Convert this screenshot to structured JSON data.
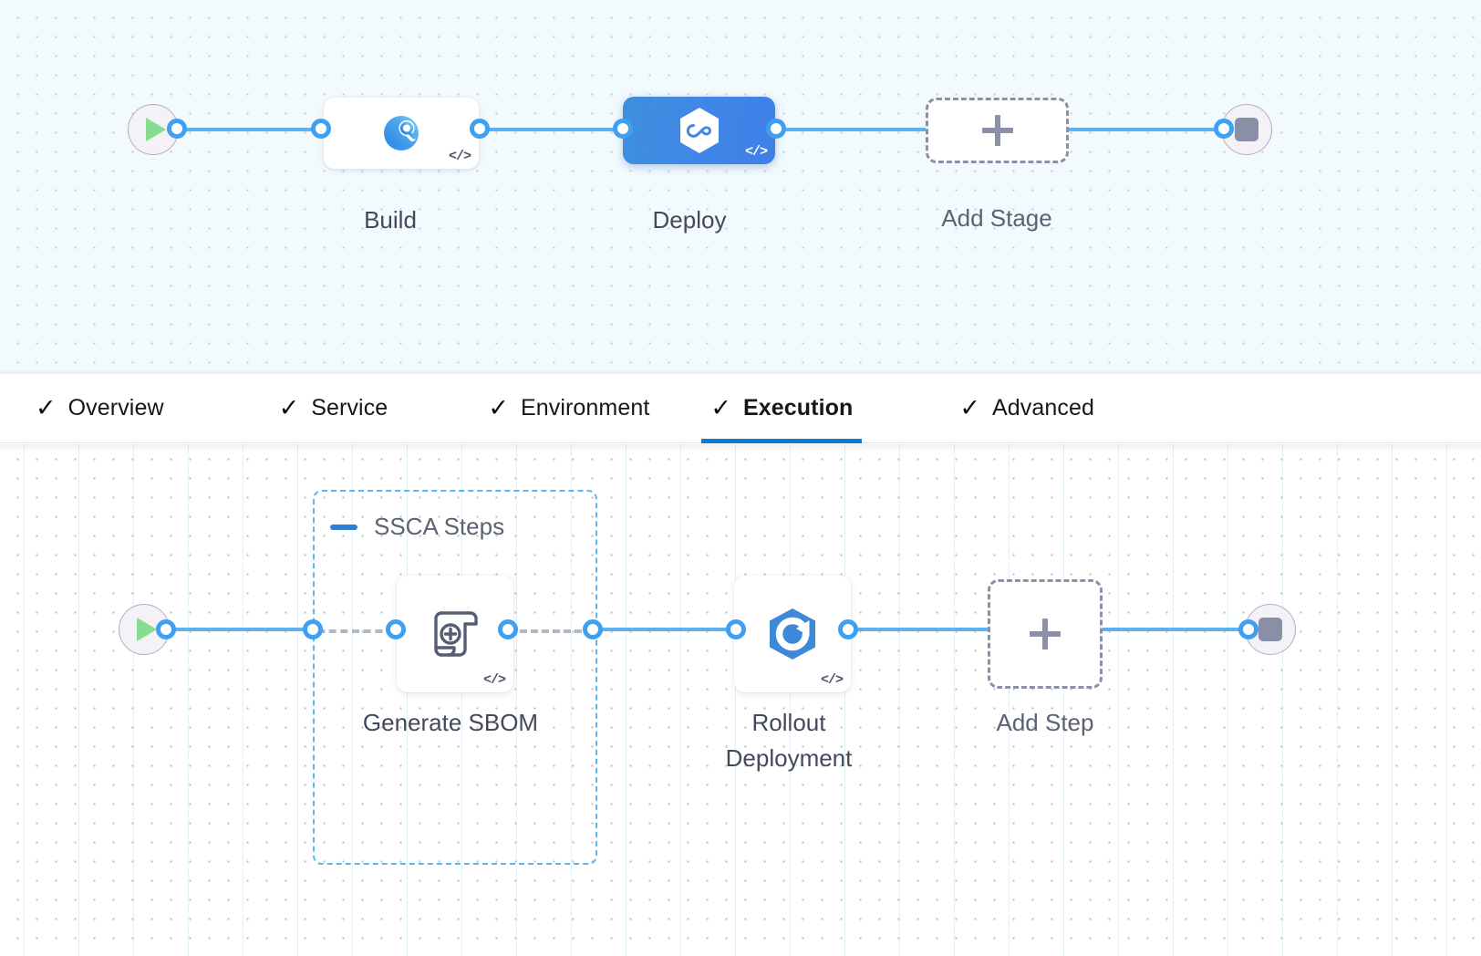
{
  "canvas_top": {
    "name": "stage-pipeline-canvas",
    "start_node": {
      "icon": "play-icon"
    },
    "end_node": {
      "icon": "stop-icon"
    },
    "stages": [
      {
        "id": "build",
        "label": "Build",
        "icon": "build-scan-icon",
        "selected": false,
        "code_badge": "</>"
      },
      {
        "id": "deploy",
        "label": "Deploy",
        "icon": "deploy-hexagon-icon",
        "selected": true,
        "code_badge": "</>"
      }
    ],
    "add_stage": {
      "label": "Add Stage",
      "icon": "plus-icon"
    }
  },
  "tabs": {
    "name": "stage-config-tabs",
    "check_glyph": "✓",
    "items": [
      {
        "id": "overview",
        "label": "Overview",
        "active": false,
        "checked": true
      },
      {
        "id": "service",
        "label": "Service",
        "active": false,
        "checked": true
      },
      {
        "id": "environment",
        "label": "Environment",
        "active": false,
        "checked": true
      },
      {
        "id": "execution",
        "label": "Execution",
        "active": true,
        "checked": true
      },
      {
        "id": "advanced",
        "label": "Advanced",
        "active": false,
        "checked": true
      }
    ],
    "active_underline_color": "#0b7bd4"
  },
  "canvas_bottom": {
    "name": "execution-steps-canvas",
    "start_node": {
      "icon": "play-icon"
    },
    "end_node": {
      "icon": "stop-icon"
    },
    "step_group": {
      "title": "SSCA Steps",
      "collapse_icon": "minus-icon",
      "border_color": "#5fb5ef"
    },
    "steps": [
      {
        "id": "generate-sbom",
        "label": "Generate SBOM",
        "icon": "sbom-scroll-icon",
        "code_badge": "</>"
      },
      {
        "id": "rollout-deployment",
        "label": "Rollout\nDeployment",
        "icon": "rollout-hexagon-icon",
        "code_badge": "</>"
      }
    ],
    "add_step": {
      "label": "Add Step",
      "icon": "plus-icon"
    }
  },
  "colors": {
    "edge_blue": "#5db1ef",
    "connector_blue": "#3f9ff0",
    "selected_stage": "#4086e8",
    "dashed_gray": "#8b90a8",
    "top_canvas_bg": "#f3fafd",
    "bottom_canvas_bg": "#ffffff"
  }
}
